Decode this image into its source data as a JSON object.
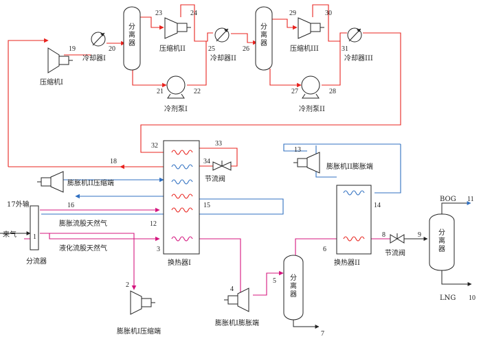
{
  "colors": {
    "hot": "#e8231e",
    "cold": "#2f6fc0",
    "gas": "#d4147d",
    "line": "#222222"
  },
  "equipment": {
    "compressor_1": "压缩机I",
    "compressor_2": "压缩机II",
    "compressor_3": "压缩机III",
    "cooler_1": "冷却器I",
    "cooler_2": "冷却器II",
    "cooler_3": "冷却器III",
    "separator_1_chars": [
      "分",
      "离",
      "器"
    ],
    "separator_2_chars": [
      "分",
      "离",
      "器"
    ],
    "separator_3_chars": [
      "分",
      "离",
      "器"
    ],
    "separator_4_chars": [
      "分",
      "离",
      "器"
    ],
    "pump_1": "冷剂泵I",
    "pump_2": "冷剂泵II",
    "throttle_valve_1": "节流阀",
    "throttle_valve_2": "节流阀",
    "expander_2": "膨胀机II膨胀端",
    "expander_2_comp": "膨胀机II压缩端",
    "expander_1_comp": "膨胀机I压缩端",
    "expander_1": "膨胀机I膨胀端",
    "heat_exchanger_1": "换热器I",
    "heat_exchanger_2": "换热器II",
    "splitter": "分流器"
  },
  "labels": {
    "feed_gas": "来气",
    "export": "17外输",
    "expansion_stream": "膨胀流股天然气",
    "liquefaction_stream": "液化流股天然气",
    "bog": "BOG",
    "lng": "LNG"
  },
  "streams": {
    "s1": "1",
    "s2": "2",
    "s3": "3",
    "s4": "4",
    "s5": "5",
    "s6": "6",
    "s7": "7",
    "s8": "8",
    "s9": "9",
    "s10": "10",
    "s11": "11",
    "s12": "12",
    "s13": "13",
    "s14": "14",
    "s15": "15",
    "s16": "16",
    "s18": "18",
    "s19": "19",
    "s20": "20",
    "s21": "21",
    "s22": "22",
    "s23": "23",
    "s24": "24",
    "s25": "25",
    "s26": "26",
    "s27": "27",
    "s28": "28",
    "s29": "29",
    "s30": "30",
    "s31": "31",
    "s32": "32",
    "s33": "33",
    "s34": "34"
  }
}
